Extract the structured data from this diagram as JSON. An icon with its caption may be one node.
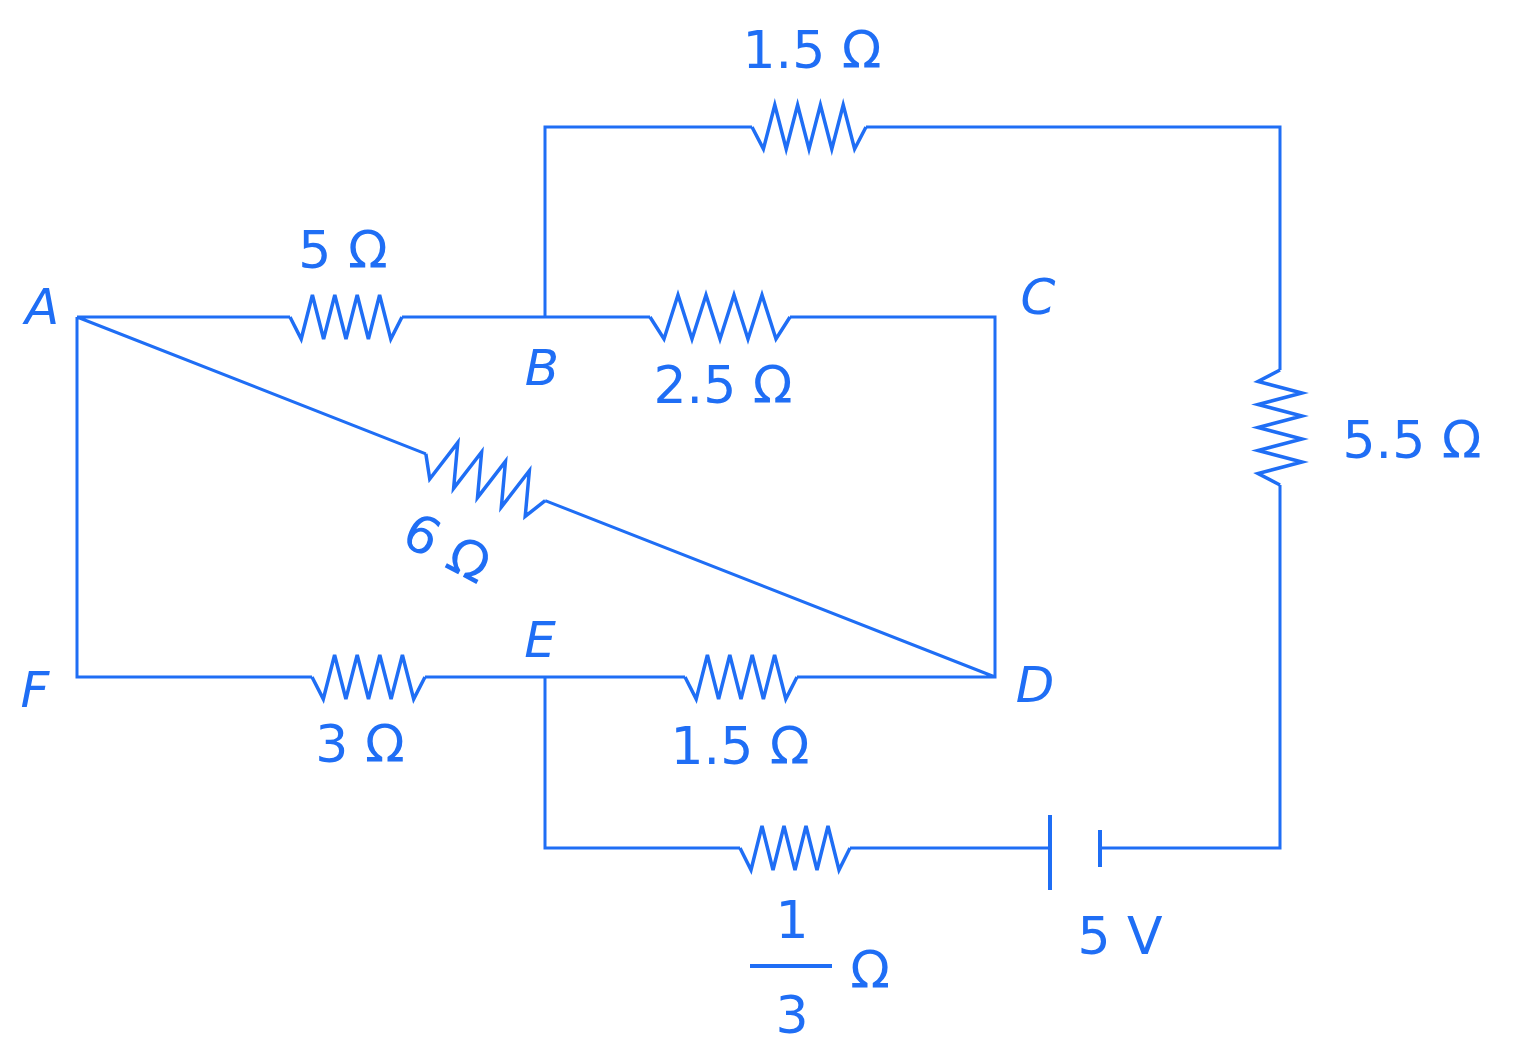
{
  "diagram": {
    "labels": [
      "1.5 Ω",
      "5 Ω",
      "A",
      "C",
      "B",
      "2.5 Ω",
      "5.5 Ω",
      "6 Ω",
      "E",
      "F",
      "D",
      "3 Ω",
      "1.5 Ω",
      "1",
      "5 V",
      "3",
      "Ω"
    ]
  }
}
